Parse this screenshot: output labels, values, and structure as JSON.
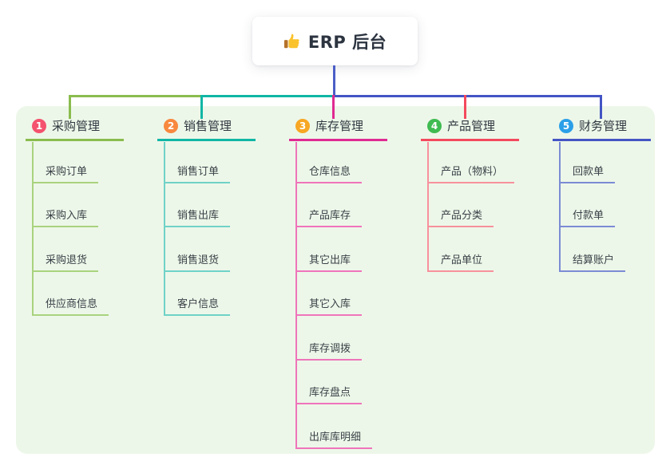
{
  "root": {
    "title": "ERP 后台",
    "icon": "thumbs-up"
  },
  "colors": {
    "root_line": "#4c5ec7",
    "panel_bg": "#edf7e9"
  },
  "branches": [
    {
      "number": "1",
      "label": "采购管理",
      "badge_color": "#f4526e",
      "line_color": "#8abc4e",
      "child_line_color": "#a9d37e",
      "children": [
        "采购订单",
        "采购入库",
        "采购退货",
        "供应商信息"
      ]
    },
    {
      "number": "2",
      "label": "销售管理",
      "badge_color": "#f8883e",
      "line_color": "#10b6a5",
      "child_line_color": "#6fd2c7",
      "children": [
        "销售订单",
        "销售出库",
        "销售退货",
        "客户信息"
      ]
    },
    {
      "number": "3",
      "label": "库存管理",
      "badge_color": "#f7a723",
      "line_color": "#df2a92",
      "child_line_color": "#ef74bb",
      "children": [
        "仓库信息",
        "产品库存",
        "其它出库",
        "其它入库",
        "库存调拨",
        "库存盘点",
        "出库库明细"
      ]
    },
    {
      "number": "4",
      "label": "产品管理",
      "badge_color": "#3fbb51",
      "line_color": "#f4495d",
      "child_line_color": "#f7919c",
      "children": [
        "产品（物料）",
        "产品分类",
        "产品单位"
      ]
    },
    {
      "number": "5",
      "label": "财务管理",
      "badge_color": "#2b9fe8",
      "line_color": "#4355c4",
      "child_line_color": "#7b8bd4",
      "children": [
        "回款单",
        "付款单",
        "结算账户"
      ]
    }
  ]
}
